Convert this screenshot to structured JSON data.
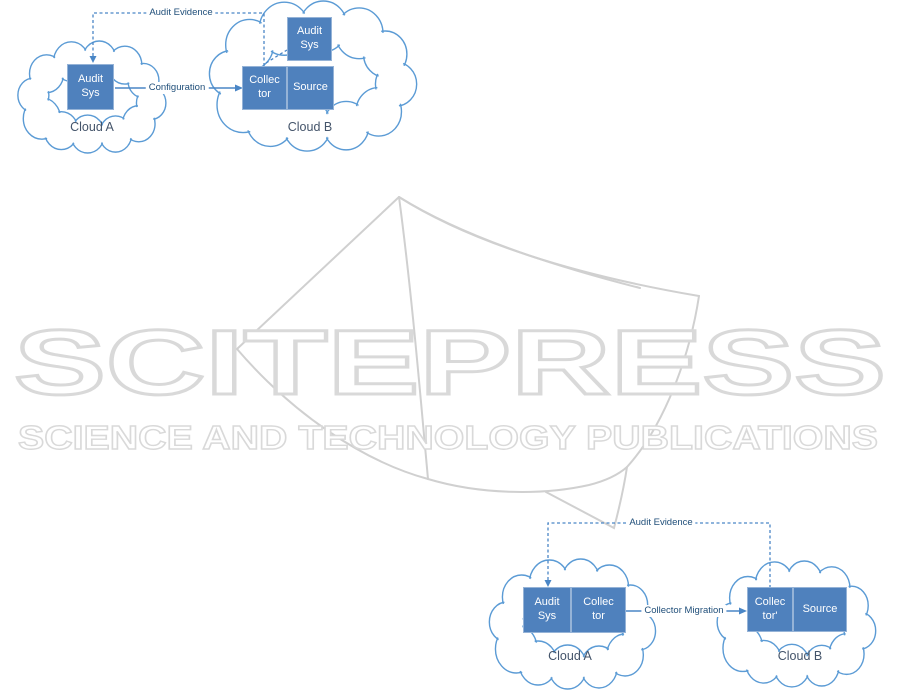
{
  "watermark": {
    "title": "SCITEPRESS",
    "subtitle": "SCIENCE AND TECHNOLOGY PUBLICATIONS"
  },
  "top_diagram": {
    "cloud_a": {
      "label": "Cloud A",
      "audit_sys_box": "Audit\nSys"
    },
    "cloud_b": {
      "label": "Cloud B",
      "audit_sys_box": "Audit\nSys",
      "collector_box": "Collec\ntor",
      "source_box": "Source"
    },
    "labels": {
      "audit_evidence": "Audit Evidence",
      "configuration": "Configuration"
    }
  },
  "bottom_diagram": {
    "cloud_a": {
      "label": "Cloud A",
      "audit_sys_box": "Audit\nSys",
      "collector_box": "Collec\ntor"
    },
    "cloud_b": {
      "label": "Cloud B",
      "collector_prime_box": "Collec\ntor'",
      "source_box": "Source"
    },
    "labels": {
      "audit_evidence": "Audit Evidence",
      "collector_migration": "Collector Migration"
    }
  },
  "colors": {
    "box_fill": "#4f81bd",
    "box_border": "#95b3d7",
    "cloud_outline": "#5b9bd5",
    "connector": "#4a86c6",
    "connector_label": "#1f4e79",
    "cloud_label": "#44546a",
    "watermark_text": "#d9d9d9",
    "watermark_book": "#d0d0d0"
  }
}
